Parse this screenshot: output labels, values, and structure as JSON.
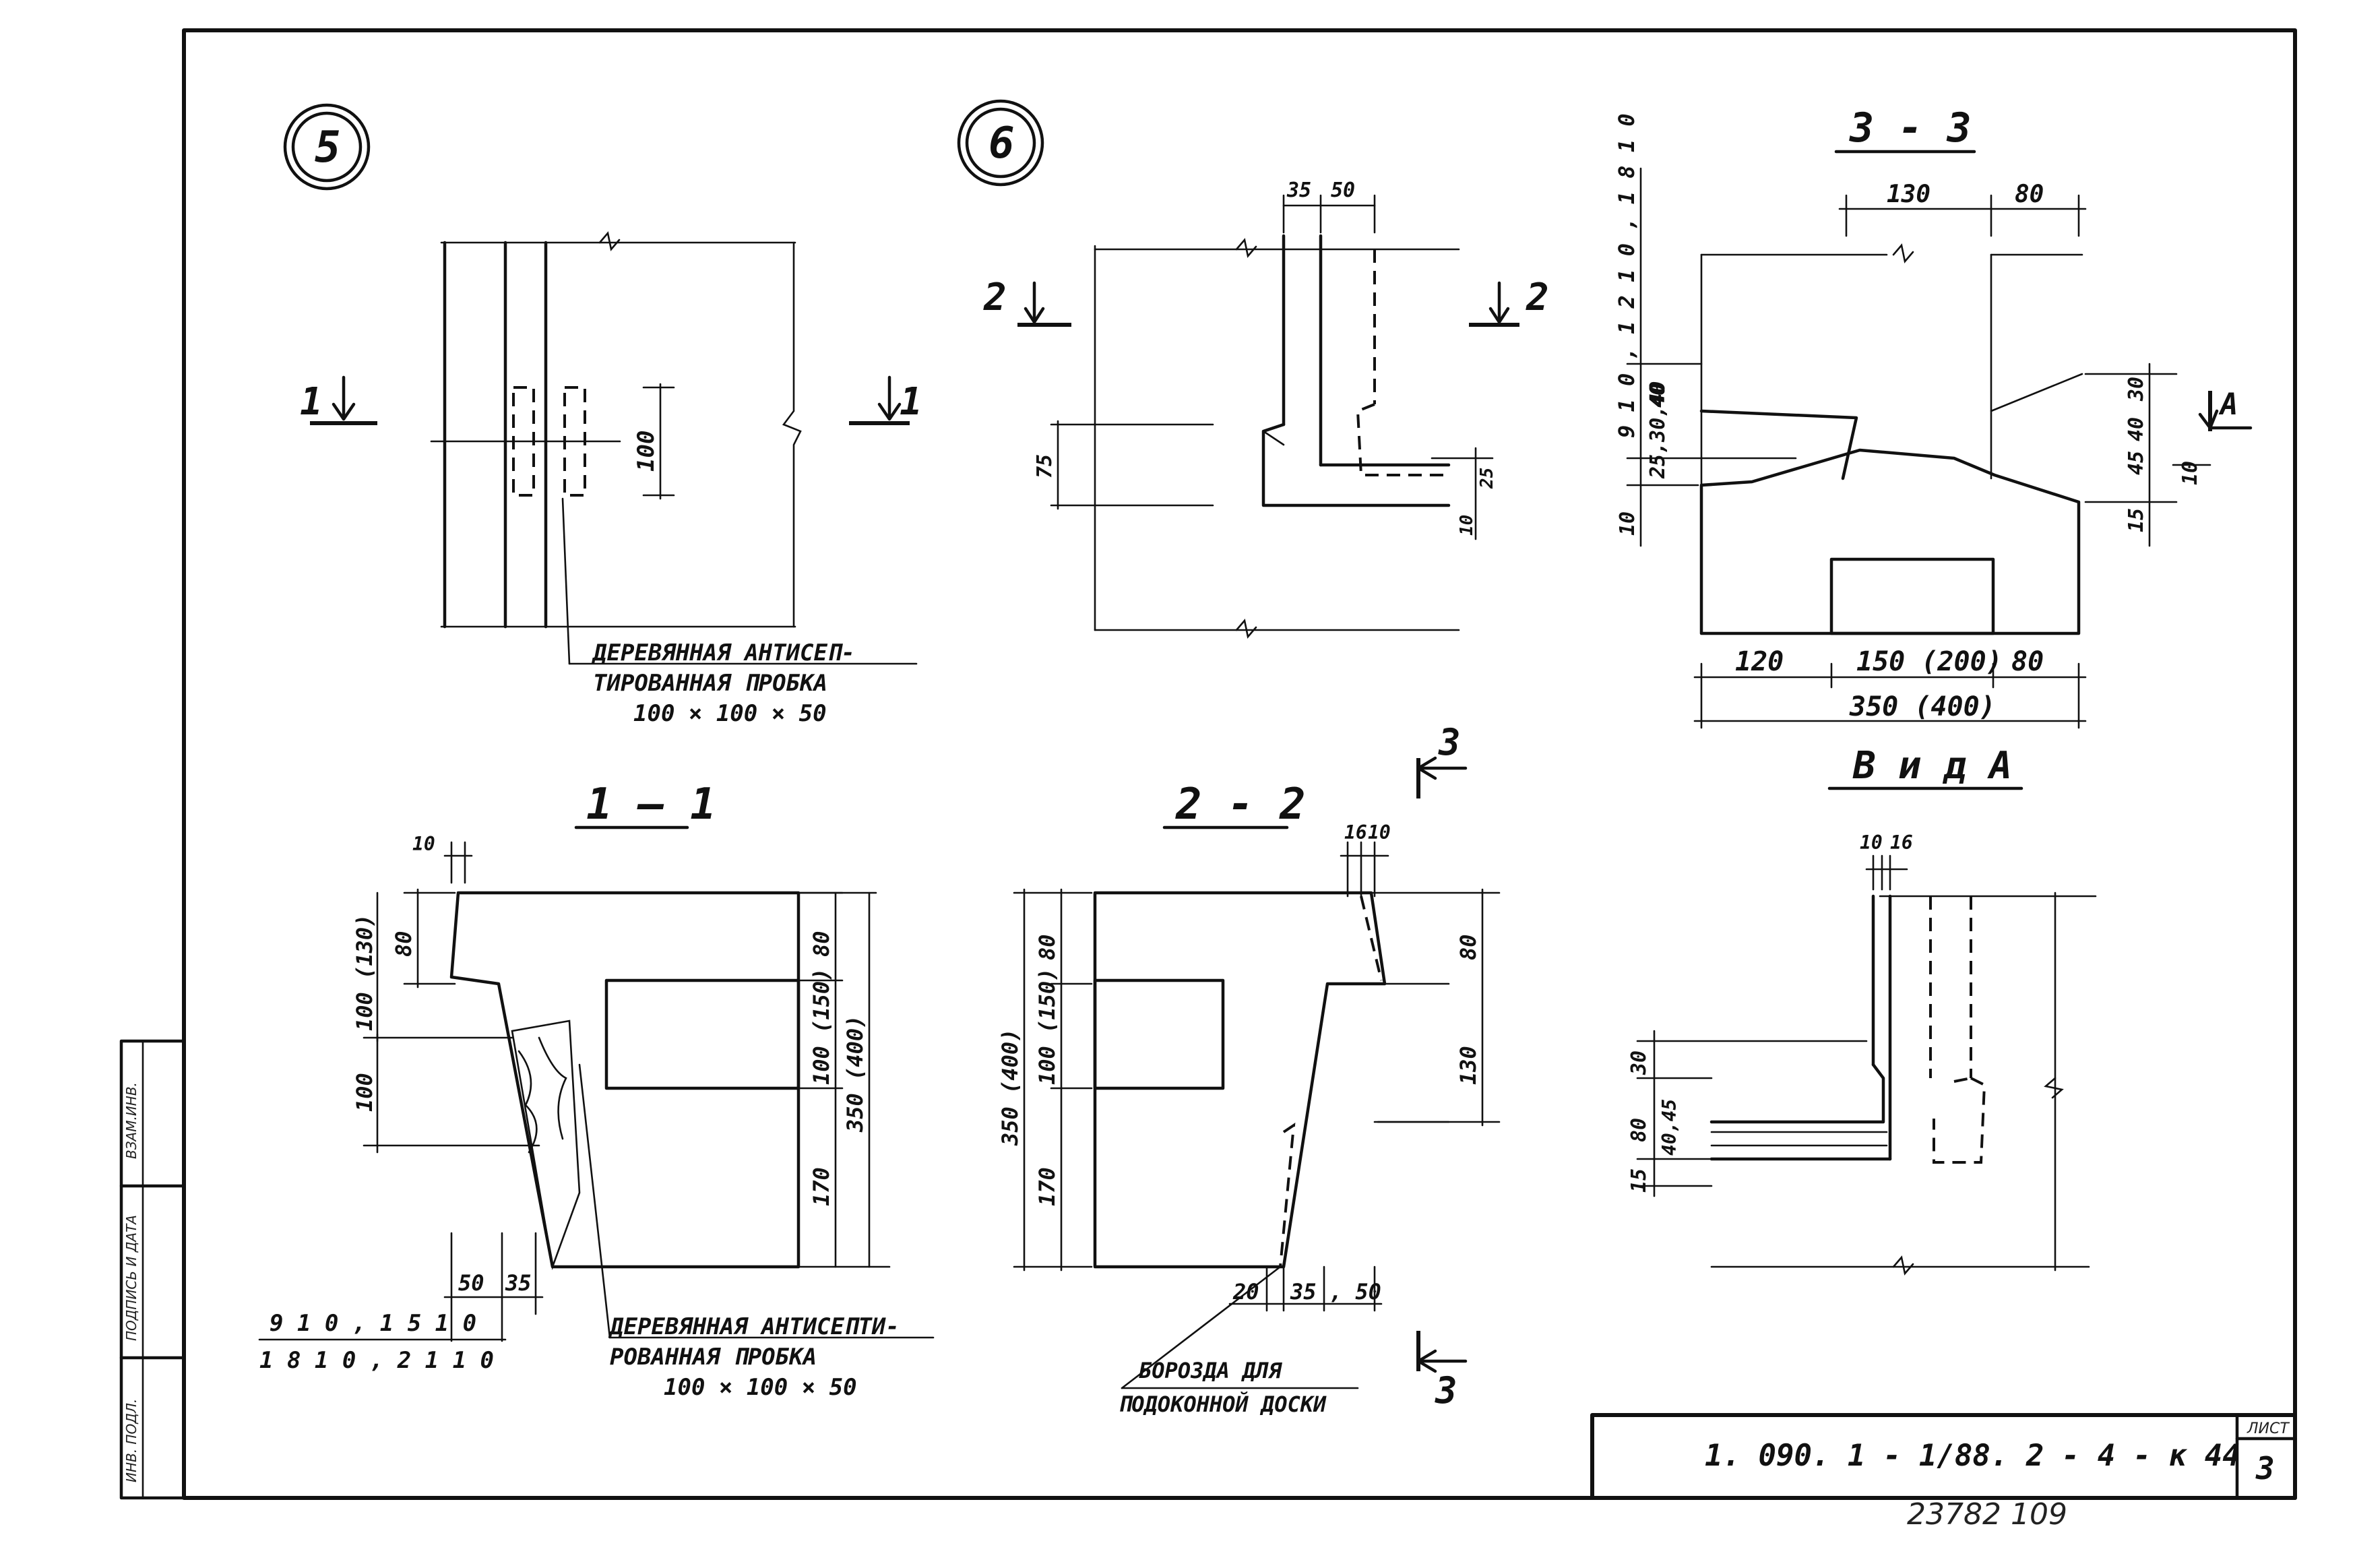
{
  "node_labels": {
    "detail5": "5",
    "detail6": "6"
  },
  "section_titles": {
    "s11": "1 — 1",
    "s22": "2 - 2",
    "s33": "3 - 3",
    "vidA": "В и д  А"
  },
  "cut_marks": {
    "c1": "1",
    "c2": "2",
    "c3": "3",
    "cA": "А"
  },
  "notes": {
    "plug5_l1": "ДЕРЕВЯННАЯ  АНТИСЕП-",
    "plug5_l2": "ТИРОВАННАЯ  ПРОБКА",
    "plug5_l3": "100 × 100 × 50",
    "plug11_l1": "ДЕРЕВЯННАЯ  АНТИСЕПТИ-",
    "plug11_l2": "РОВАННАЯ  ПРОБКА",
    "plug11_l3": "100 × 100 × 50",
    "groove_l1": "БОРОЗДА  ДЛЯ",
    "groove_l2": "ПОДОКОННОЙ  ДОСКИ"
  },
  "dimensions": {
    "d100": "100",
    "d35": "35",
    "d50": "50",
    "d75": "75",
    "d25": "25",
    "d10": "10",
    "d130": "130",
    "d80": "80",
    "d120": "120",
    "d150_200": "150 (200)",
    "d350_400": "350 (400)",
    "d910set": "9 1 0 ,  1 2 1 0 ,  1 8 1 0",
    "d25_30_40": "25,30,40",
    "d30": "30",
    "d45": "45",
    "d40": "40",
    "d15": "15",
    "d100_130": "100 (130)",
    "d100_150": "100 (150)",
    "d170": "170",
    "d910_1510": "9 1 0 ,  1 5 1 0",
    "d1810_2110": "1 8 1 0 ,  2 1 1 0",
    "d16": "16",
    "d35_50": "35 , 50",
    "d20": "20",
    "d40_45": "40,45"
  },
  "title_block": {
    "code": "1. 090. 1 - 1/88. 2 - 4 - к 44",
    "sheet_label": "ЛИСТ",
    "sheet_no": "3"
  },
  "side_stamp": {
    "inv": "ИНВ. ПОДЛ.",
    "sign": "ПОДПИСЬ И ДАТА",
    "vzam": "ВЗАМ.ИНВ."
  },
  "footer": {
    "number": "23782   109"
  }
}
